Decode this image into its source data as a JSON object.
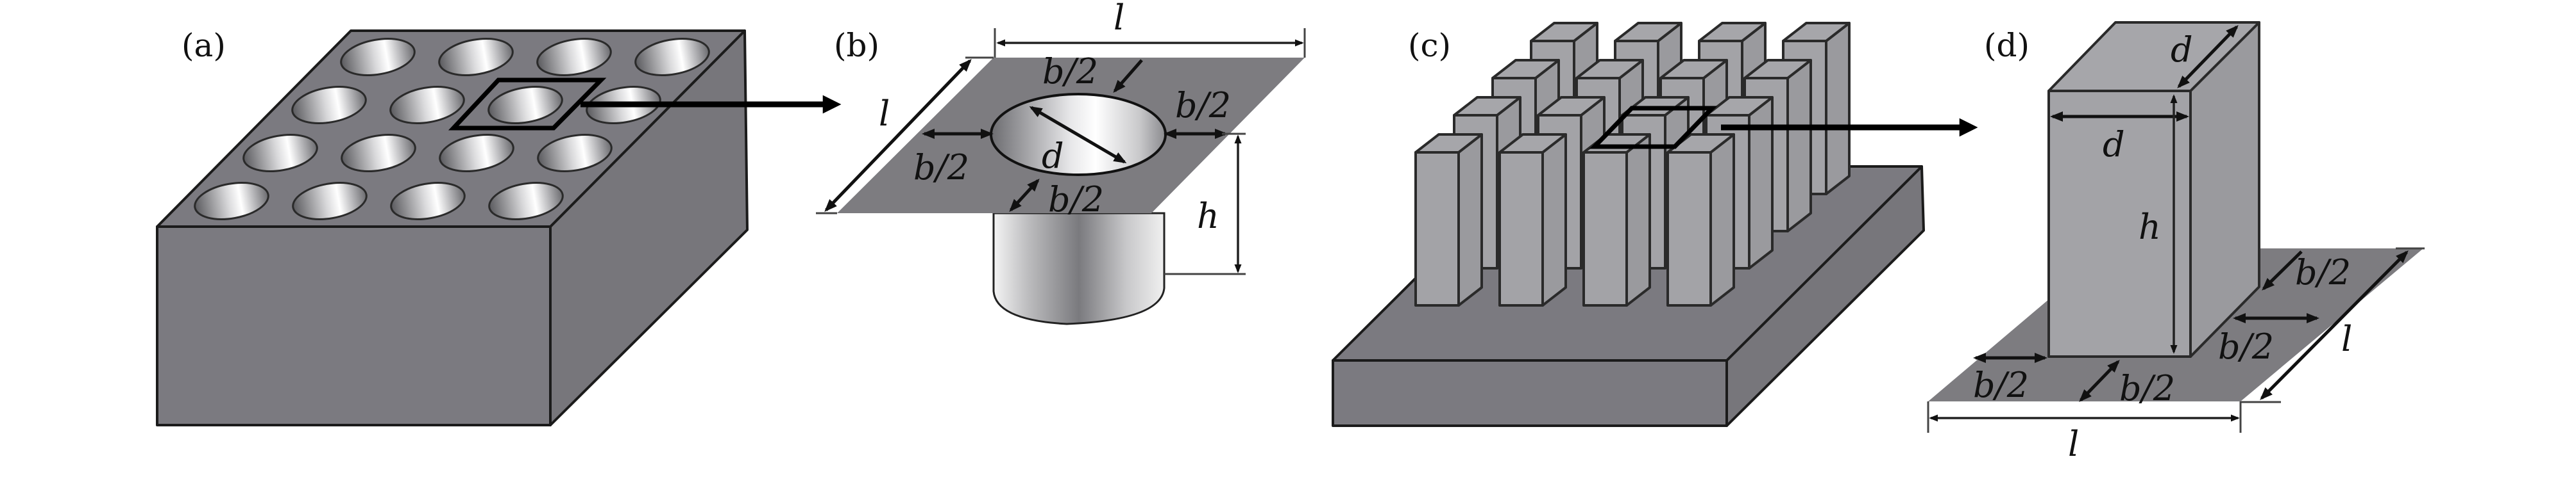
{
  "figure": {
    "description": "Schematic of periodic structures: hole array and pillar array with unit cell dimensions",
    "panels": [
      {
        "id": "a",
        "label": "(a)",
        "subject": "block with 4x4 array of cylindrical holes",
        "rows": 4,
        "cols": 4
      },
      {
        "id": "b",
        "label": "(b)",
        "subject": "unit cell with cylindrical hole",
        "dims": {
          "top_width": "l",
          "side_length": "l",
          "diameter": "d",
          "height": "h",
          "margin_top": "b/2",
          "margin_right": "b/2",
          "margin_left": "b/2",
          "margin_bottom": "b/2"
        }
      },
      {
        "id": "c",
        "label": "(c)",
        "subject": "substrate with 4x4 array of square pillars",
        "rows": 4,
        "cols": 4
      },
      {
        "id": "d",
        "label": "(d)",
        "subject": "unit cell with square pillar",
        "dims": {
          "top_depth": "d",
          "front_width": "d",
          "height": "h",
          "margin_back": "b/2",
          "margin_right": "b/2",
          "margin_left": "b/2",
          "margin_front": "b/2",
          "side_length": "l",
          "bottom_width": "l"
        }
      }
    ]
  },
  "colors": {
    "body": "#7b7a80",
    "pillar": "#a3a3a7",
    "outline": "#1b1b1b",
    "background": "#ffffff"
  }
}
